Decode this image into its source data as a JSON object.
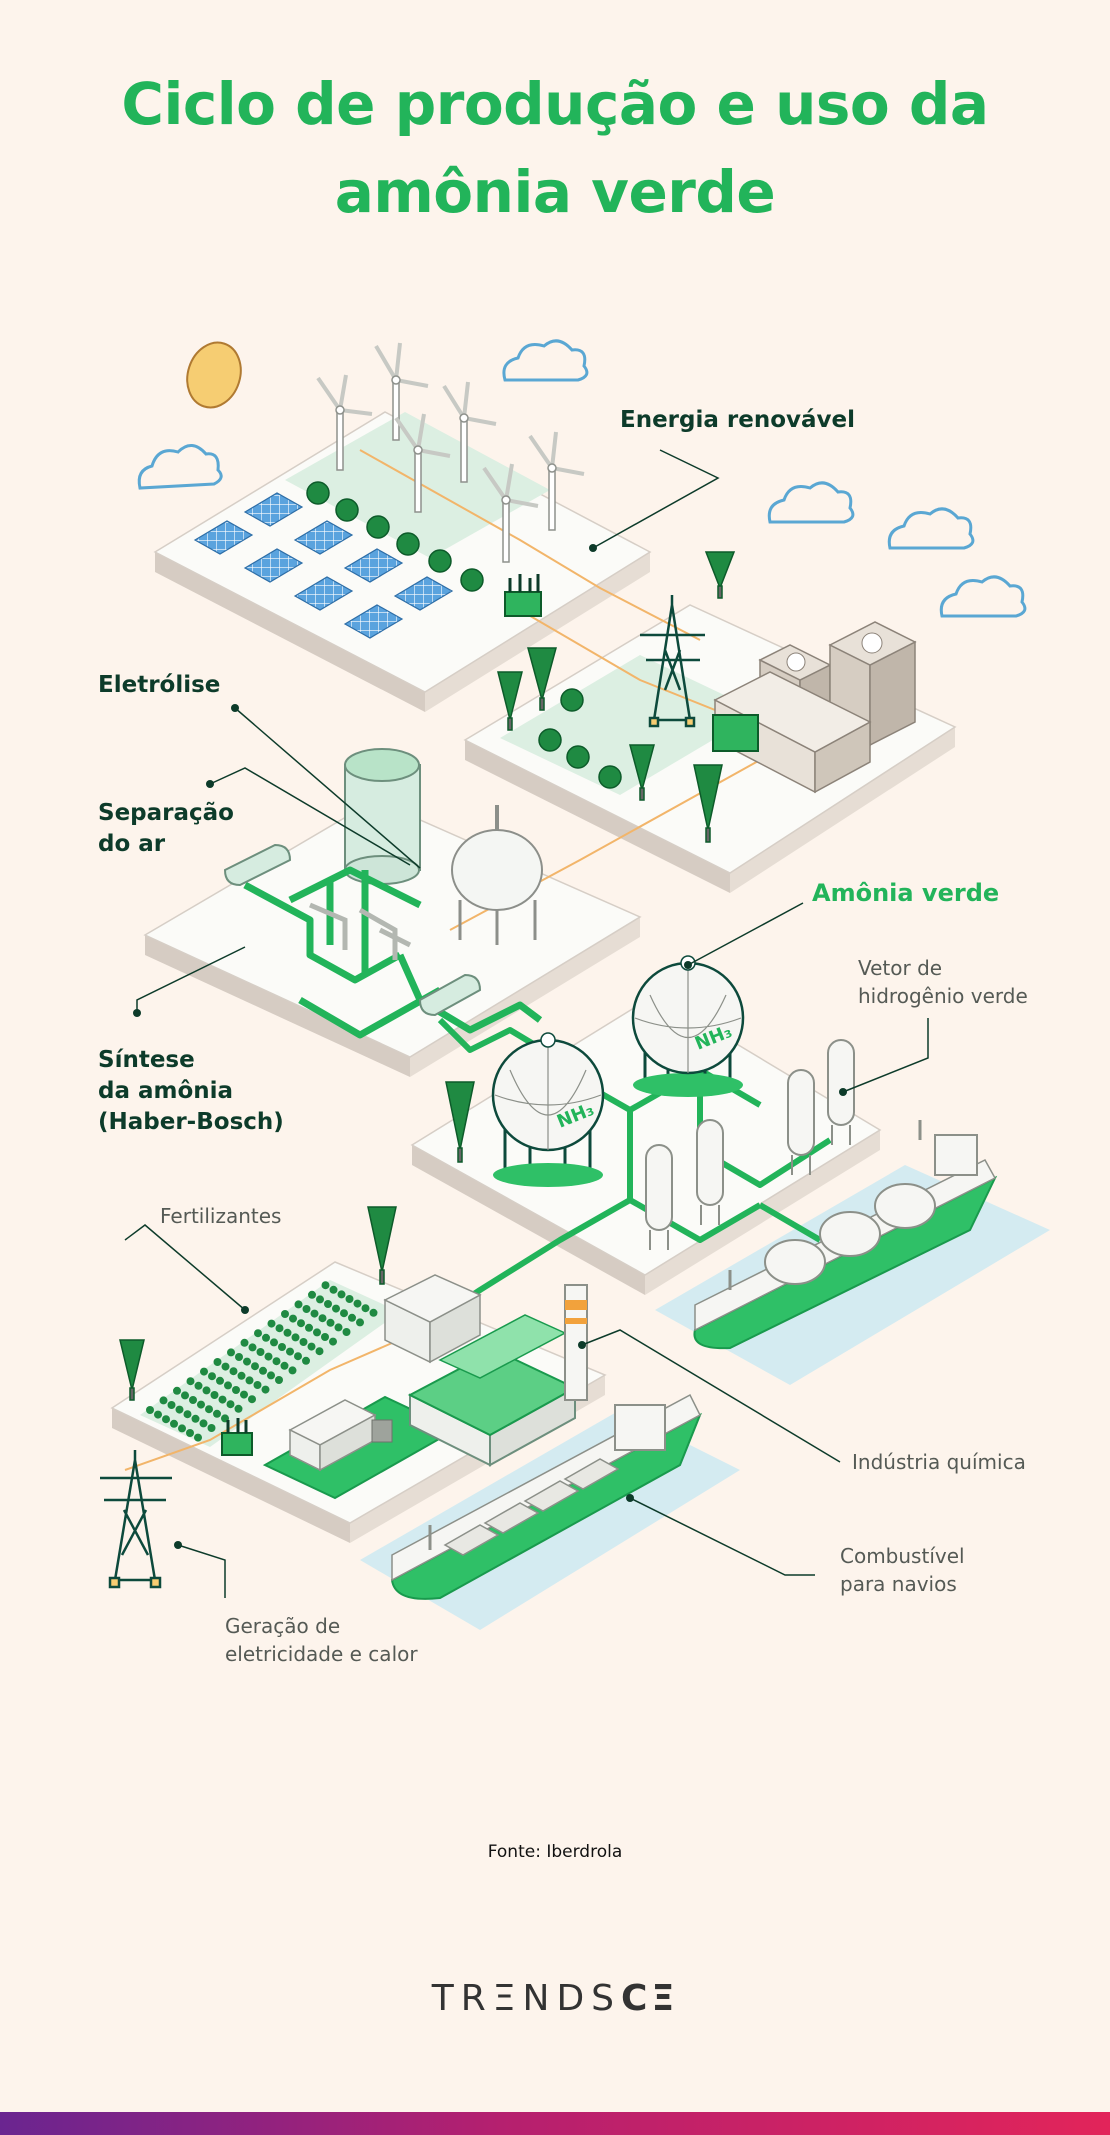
{
  "title": {
    "line1": "Ciclo de produção e uso da",
    "line2": "amônia verde"
  },
  "labels": {
    "energia": "Energia renovável",
    "eletrolise": "Eletrólise",
    "separacao_1": "Separação",
    "separacao_2": "do ar",
    "amonia_verde": "Amônia verde",
    "vetor_1": "Vetor de",
    "vetor_2": "hidrogênio verde",
    "sintese_1": "Síntese",
    "sintese_2": "da amônia",
    "sintese_3": "(Haber-Bosch)",
    "fertilizantes": "Fertilizantes",
    "industria": "Indústria química",
    "combustivel_1": "Combustível",
    "combustivel_2": "para navios",
    "geracao_1": "Geração de",
    "geracao_2": "eletricidade e calor"
  },
  "tank_label": "NH₃",
  "source": "Fonte: Iberdrola",
  "brand": {
    "part1": "TRΞNDS",
    "part2": "CΞ"
  },
  "colors": {
    "green": "#22b45a",
    "dark_green": "#0d3b2a",
    "background": "#fdf4ec",
    "water": "#d4ebf1",
    "sun": "#f6cd72"
  }
}
